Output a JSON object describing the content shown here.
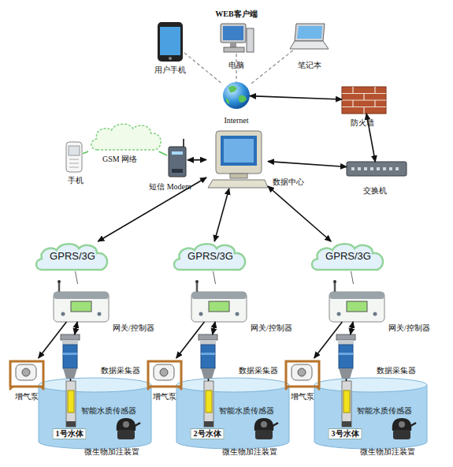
{
  "diagram": {
    "nodes": [
      {
        "text": [
          "用户手机"
        ]
      },
      {
        "text": [
          "电脑"
        ]
      },
      {
        "text": [
          "笔记本"
        ]
      },
      {
        "text": [
          "Internet"
        ]
      },
      {
        "text": [
          "防火墙"
        ]
      },
      {
        "text": [
          "手机"
        ]
      },
      {
        "text": [
          "GSM 网络"
        ]
      },
      {
        "text": [
          "短信 Modem"
        ]
      },
      {
        "text": [
          "数据中心"
        ]
      },
      {
        "text": [
          "交换机"
        ]
      },
      {
        "text": [
          "GPRS/3G"
        ]
      },
      {
        "text": [
          "GPRS/3G"
        ]
      },
      {
        "text": [
          "GPRS/3G"
        ]
      },
      {
        "text": [
          "网关/控制器"
        ]
      },
      {
        "text": [
          "数据采集器"
        ]
      },
      {
        "text": [
          "增气泵"
        ]
      },
      {
        "text": [
          "1号水体"
        ]
      },
      {
        "text": [
          "智能水质传感器"
        ],
        "in": 16
      },
      {
        "text": [
          "微生物加注装置"
        ]
      },
      {
        "text": [
          "网关/控制器"
        ]
      },
      {
        "text": [
          "数据采集器"
        ]
      },
      {
        "text": [
          "增气泵"
        ]
      },
      {
        "text": [
          "2号水体"
        ]
      },
      {
        "text": [
          "智能水质传感器"
        ],
        "in": 22
      },
      {
        "text": [
          "微生物加注装置"
        ]
      },
      {
        "text": [
          "网关/控制器"
        ]
      },
      {
        "text": [
          "数据采集器"
        ]
      },
      {
        "text": [
          "增气泵"
        ]
      },
      {
        "text": [
          "3号水体"
        ]
      },
      {
        "text": [
          "智能水质传感器"
        ],
        "in": 28
      },
      {
        "text": [
          "微生物加注装置"
        ]
      }
    ],
    "edges": [
      {
        "from": 0,
        "to": 3,
        "arrow": "none"
      },
      {
        "from": 1,
        "to": 3,
        "arrow": "none"
      },
      {
        "from": 2,
        "to": 3,
        "arrow": "none"
      },
      {
        "from": 3,
        "to": 4,
        "arrow": "both"
      },
      {
        "from": 4,
        "to": 9,
        "arrow": "both"
      },
      {
        "from": 9,
        "to": 8,
        "arrow": "both"
      },
      {
        "from": 8,
        "to": 7,
        "arrow": "both"
      },
      {
        "from": 5,
        "to": 6,
        "arrow": "none"
      },
      {
        "from": 6,
        "to": 7,
        "arrow": "none"
      },
      {
        "from": 8,
        "to": 10,
        "arrow": "both"
      },
      {
        "from": 8,
        "to": 11,
        "arrow": "both"
      },
      {
        "from": 8,
        "to": 12,
        "arrow": "both"
      },
      {
        "from": 10,
        "to": 13,
        "arrow": "none"
      },
      {
        "from": 13,
        "to": 14,
        "arrow": "both"
      },
      {
        "from": 13,
        "to": 15,
        "arrow": "to"
      },
      {
        "from": 14,
        "to": 17,
        "arrow": "none"
      },
      {
        "from": 11,
        "to": 19,
        "arrow": "none"
      },
      {
        "from": 19,
        "to": 20,
        "arrow": "both"
      },
      {
        "from": 19,
        "to": 21,
        "arrow": "to"
      },
      {
        "from": 20,
        "to": 23,
        "arrow": "none"
      },
      {
        "from": 12,
        "to": 25,
        "arrow": "none"
      },
      {
        "from": 25,
        "to": 26,
        "arrow": "both"
      },
      {
        "from": 25,
        "to": 27,
        "arrow": "to"
      },
      {
        "from": 26,
        "to": 29,
        "arrow": "none"
      }
    ],
    "labels": [
      "WEB客户端"
    ]
  }
}
